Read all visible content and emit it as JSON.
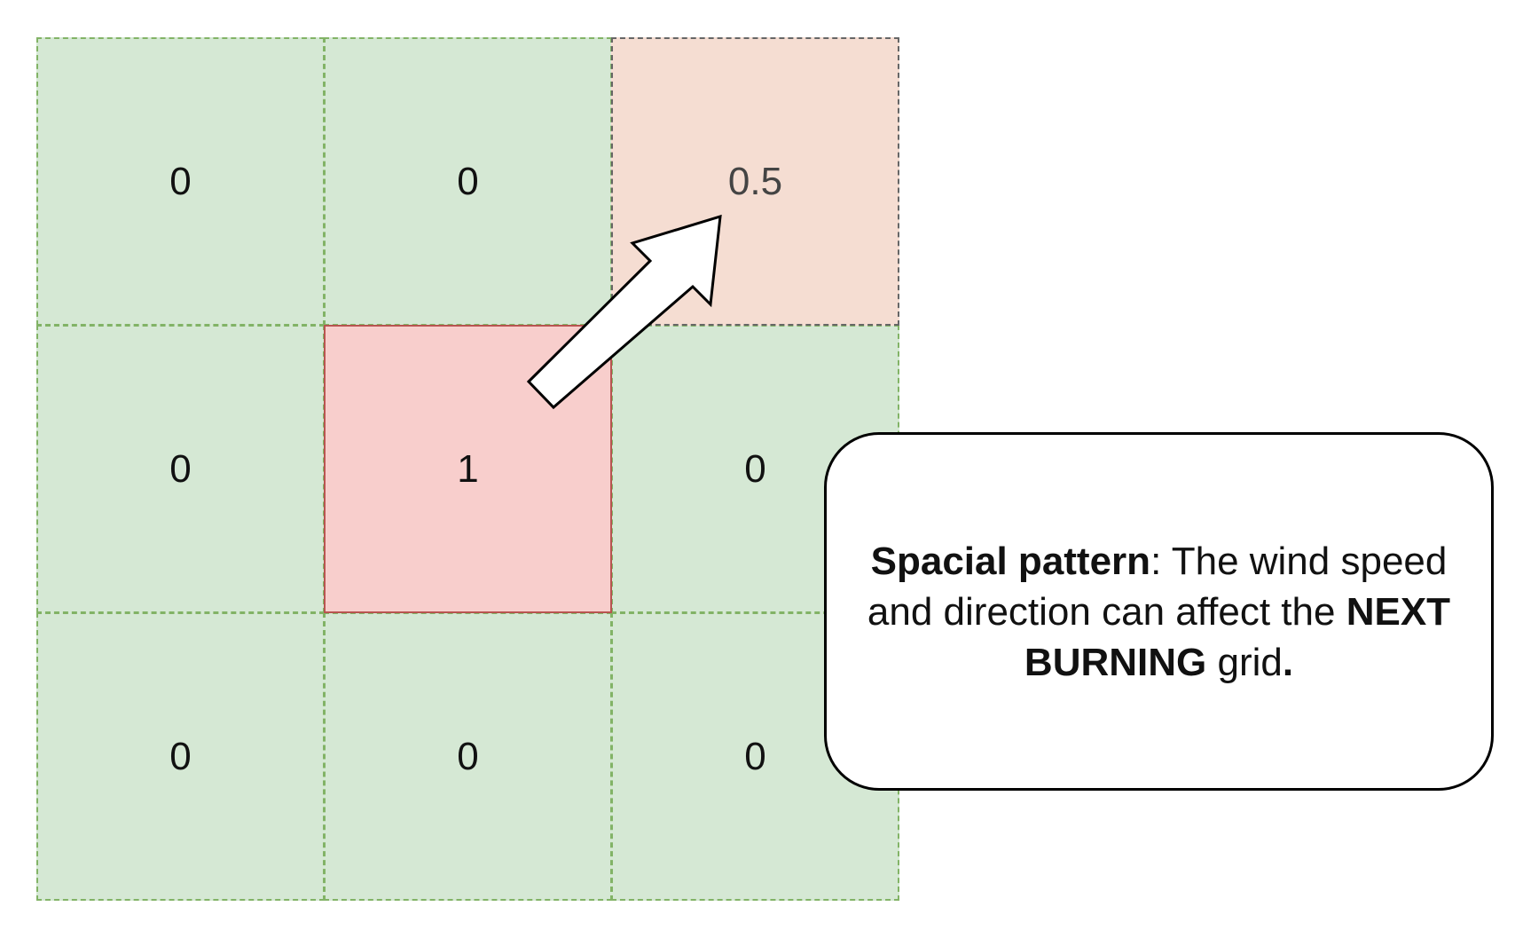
{
  "grid": {
    "cells": [
      {
        "value": "0",
        "state": "unburnt"
      },
      {
        "value": "0",
        "state": "unburnt"
      },
      {
        "value": "0.5",
        "state": "next-burning"
      },
      {
        "value": "0",
        "state": "unburnt"
      },
      {
        "value": "1",
        "state": "burning"
      },
      {
        "value": "0",
        "state": "unburnt"
      },
      {
        "value": "0",
        "state": "unburnt"
      },
      {
        "value": "0",
        "state": "unburnt"
      },
      {
        "value": "0",
        "state": "unburnt"
      }
    ],
    "colors": {
      "unburnt_fill": "#d5e8d4",
      "unburnt_border": "#82b366",
      "burning_fill": "#f8cecc",
      "burning_border": "#b85450",
      "next_burning_fill": "#f5ddd2",
      "next_burning_border": "#666666"
    }
  },
  "arrow": {
    "icon": "wind-direction-arrow-icon",
    "direction": "north-east"
  },
  "callout": {
    "term": "Spacial pattern",
    "text_1": ": The wind speed and direction can affect the ",
    "emphasis": "NEXT BURNING",
    "text_2": " grid",
    "end_mark": "."
  }
}
